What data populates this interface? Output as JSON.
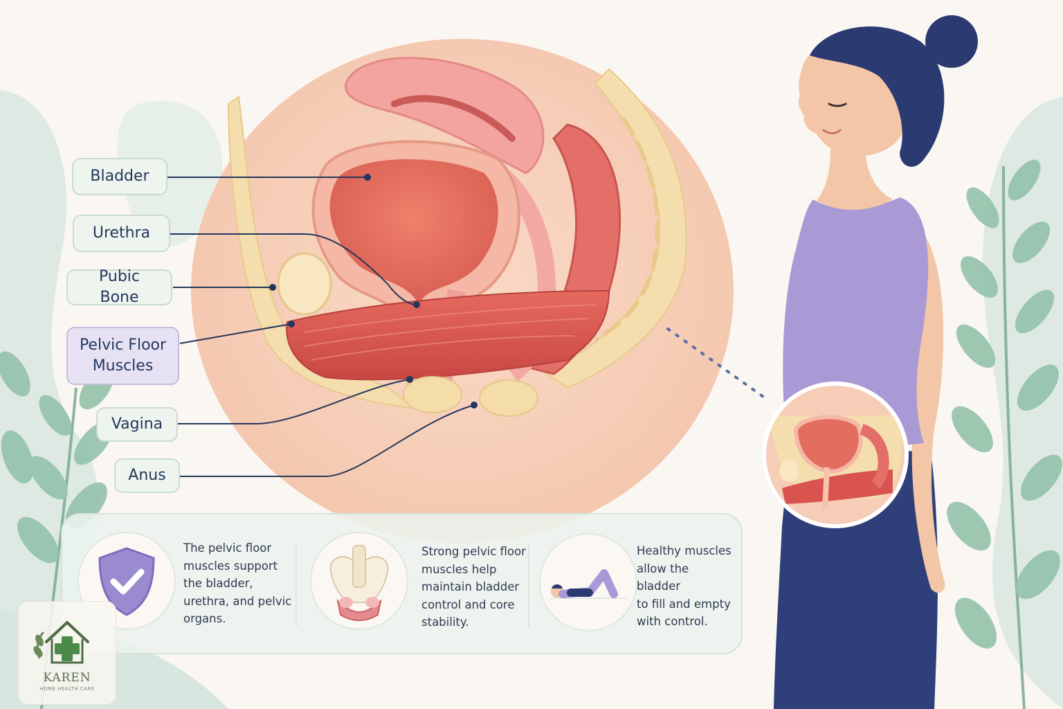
{
  "labels": {
    "bladder": "Bladder",
    "urethra": "Urethra",
    "pubic_bone": "Pubic Bone",
    "pelvic_floor": "Pelvic Floor\nMuscles",
    "vagina": "Vagina",
    "anus": "Anus"
  },
  "info": [
    {
      "text": "The pelvic floor\nmuscles support\nthe bladder,\nurethra, and pelvic\norgans.",
      "icon": "shield-check-icon"
    },
    {
      "text": "Strong pelvic floor\nmuscles help\nmaintain bladder\ncontrol and core\nstability.",
      "icon": "pelvis-icon"
    },
    {
      "text": "Healthy muscles\nallow the bladder\nto fill and empty\nwith control.",
      "icon": "lying-exercise-icon"
    }
  ],
  "logo": {
    "name": "KAREN",
    "tagline": "HOME HEALTH CARE"
  },
  "colors": {
    "background": "#faf7f2",
    "label_fill": "#eef4ee",
    "highlight_label": "#e6e2f4",
    "leader_line": "#23365c",
    "muscle": "#d9534f",
    "tank_top": "#a99ad6",
    "pants": "#2f3f7a",
    "hair": "#2c3a72",
    "leaf": "#8fbfa8"
  }
}
